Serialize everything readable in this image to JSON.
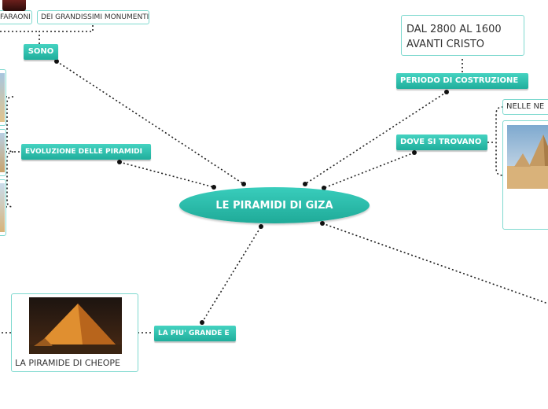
{
  "central": {
    "label": "LE PIRAMIDI DI GIZA"
  },
  "topics": {
    "sono": "SONO",
    "evoluzione": "EVOLUZIONE DELLE PIRAMIDI",
    "periodo": "PERIODO DI COSTRUZIONE",
    "dove": "DOVE SI TROVANO",
    "grande": "LA PIU' GRANDE E"
  },
  "leaves": {
    "faraoni": "FARAONI",
    "monumenti": "DEI GRANDISSIMI MONUMENTI",
    "date_line1": "DAL 2800 AL 1600",
    "date_line2": "AVANTI CRISTO",
    "nelle": "NELLE NE",
    "cheope": "LA PIRAMIDE DI CHEOPE"
  },
  "colors": {
    "topic": "#2bbfac",
    "central": "#2cbfae",
    "border": "#7fd9cf",
    "connector": "#222222"
  }
}
